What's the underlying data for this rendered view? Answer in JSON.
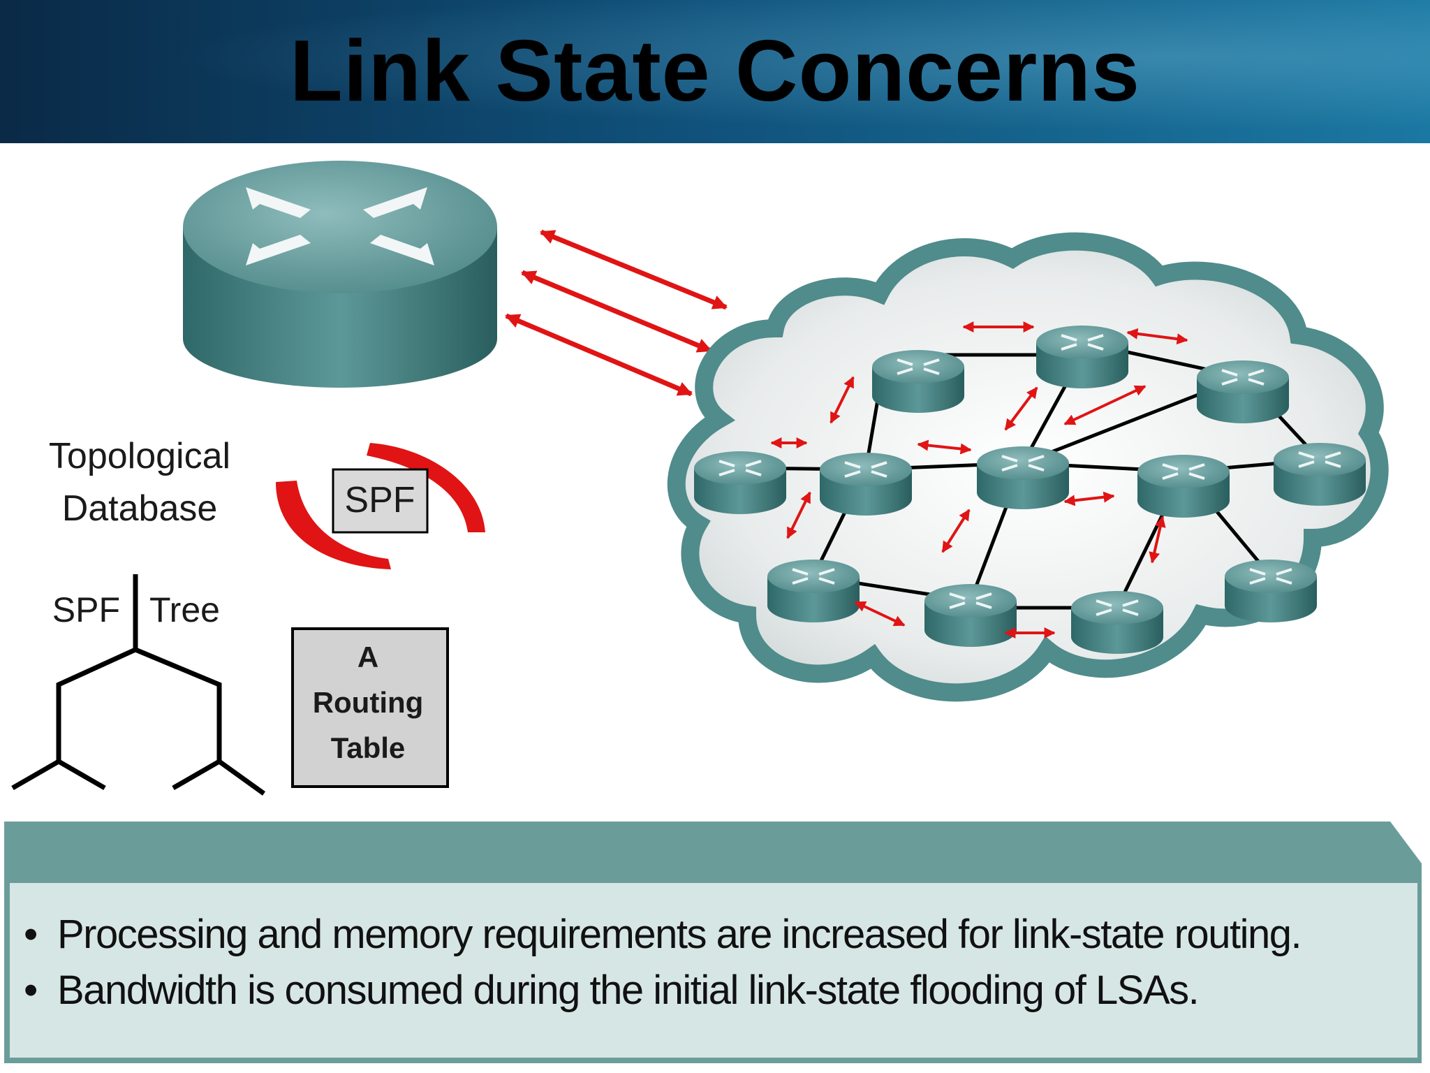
{
  "slide": {
    "title": "Link State Concerns"
  },
  "diagram": {
    "labels": {
      "topological_line1": "Topological",
      "topological_line2": "Database",
      "spf_box": "SPF",
      "spf_tree_left": "SPF",
      "spf_tree_right": "Tree",
      "routing_table_line1": "A",
      "routing_table_line2": "Routing",
      "routing_table_line3": "Table"
    },
    "colors": {
      "router": "#3f7d7d",
      "arrow": "#e01414",
      "cloud": "#5f9b9a",
      "panel": "#6a9d9a",
      "panel_body": "#d6e6e4"
    },
    "icons": [
      "router-icon",
      "network-cloud-icon",
      "bidirectional-arrow-icon",
      "cycle-arrows-icon",
      "tree-icon"
    ]
  },
  "notes": {
    "bullets": [
      "Processing and memory requirements are increased for link-state routing.",
      "Bandwidth is consumed during the initial link-state flooding of LSAs."
    ],
    "bullet_symbol": "•"
  }
}
